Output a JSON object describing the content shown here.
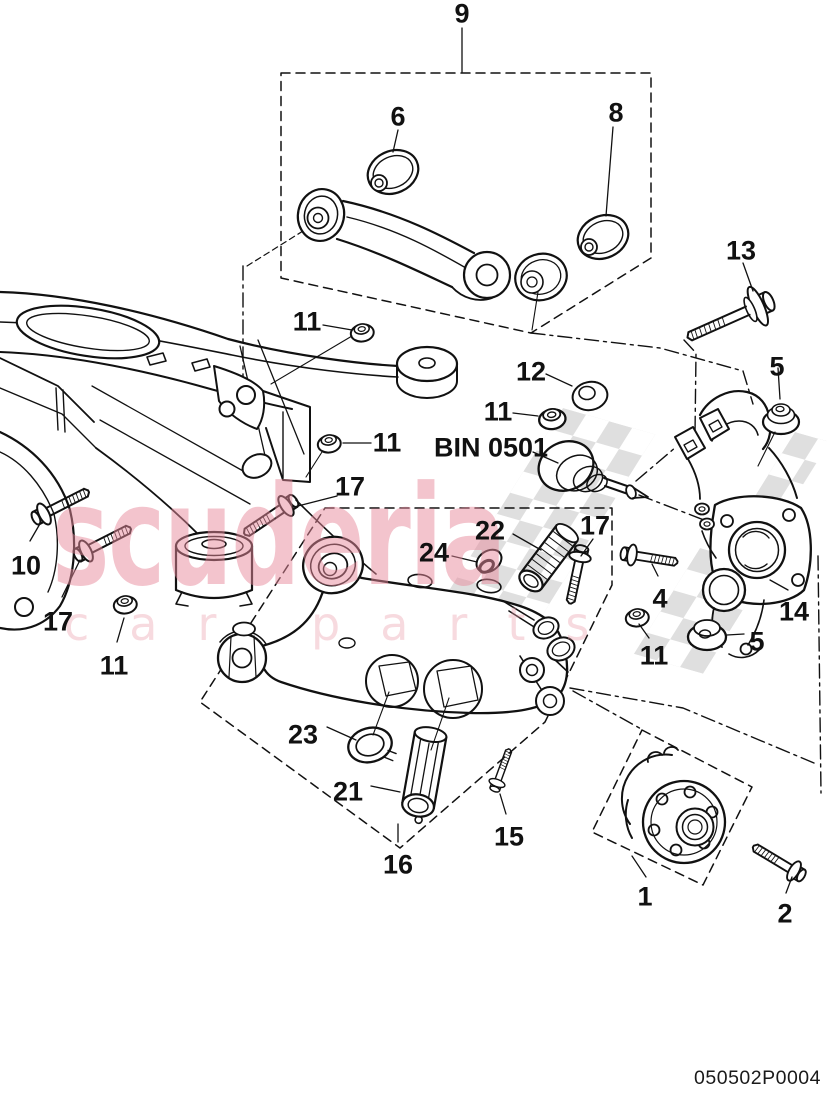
{
  "page": {
    "background_color": "#ffffff",
    "drawing_code": "050502P0004"
  },
  "watermark": {
    "brand": "scuderia",
    "tagline": "car parts",
    "brand_color": "#e8899b",
    "tagline_color": "#eb9dac",
    "checker_color": "#dcdcdc"
  },
  "callouts": [
    {
      "label": "9"
    },
    {
      "label": "6"
    },
    {
      "label": "8"
    },
    {
      "label": "13"
    },
    {
      "label": "11"
    },
    {
      "label": "11"
    },
    {
      "label": "12"
    },
    {
      "label": "11"
    },
    {
      "label": "BIN 0501"
    },
    {
      "label": "5"
    },
    {
      "label": "17"
    },
    {
      "label": "10"
    },
    {
      "label": "17"
    },
    {
      "label": "11"
    },
    {
      "label": "22"
    },
    {
      "label": "24"
    },
    {
      "label": "17"
    },
    {
      "label": "4"
    },
    {
      "label": "14"
    },
    {
      "label": "5"
    },
    {
      "label": "11"
    },
    {
      "label": "23"
    },
    {
      "label": "21"
    },
    {
      "label": "16"
    },
    {
      "label": "15"
    },
    {
      "label": "1"
    },
    {
      "label": "2"
    }
  ]
}
